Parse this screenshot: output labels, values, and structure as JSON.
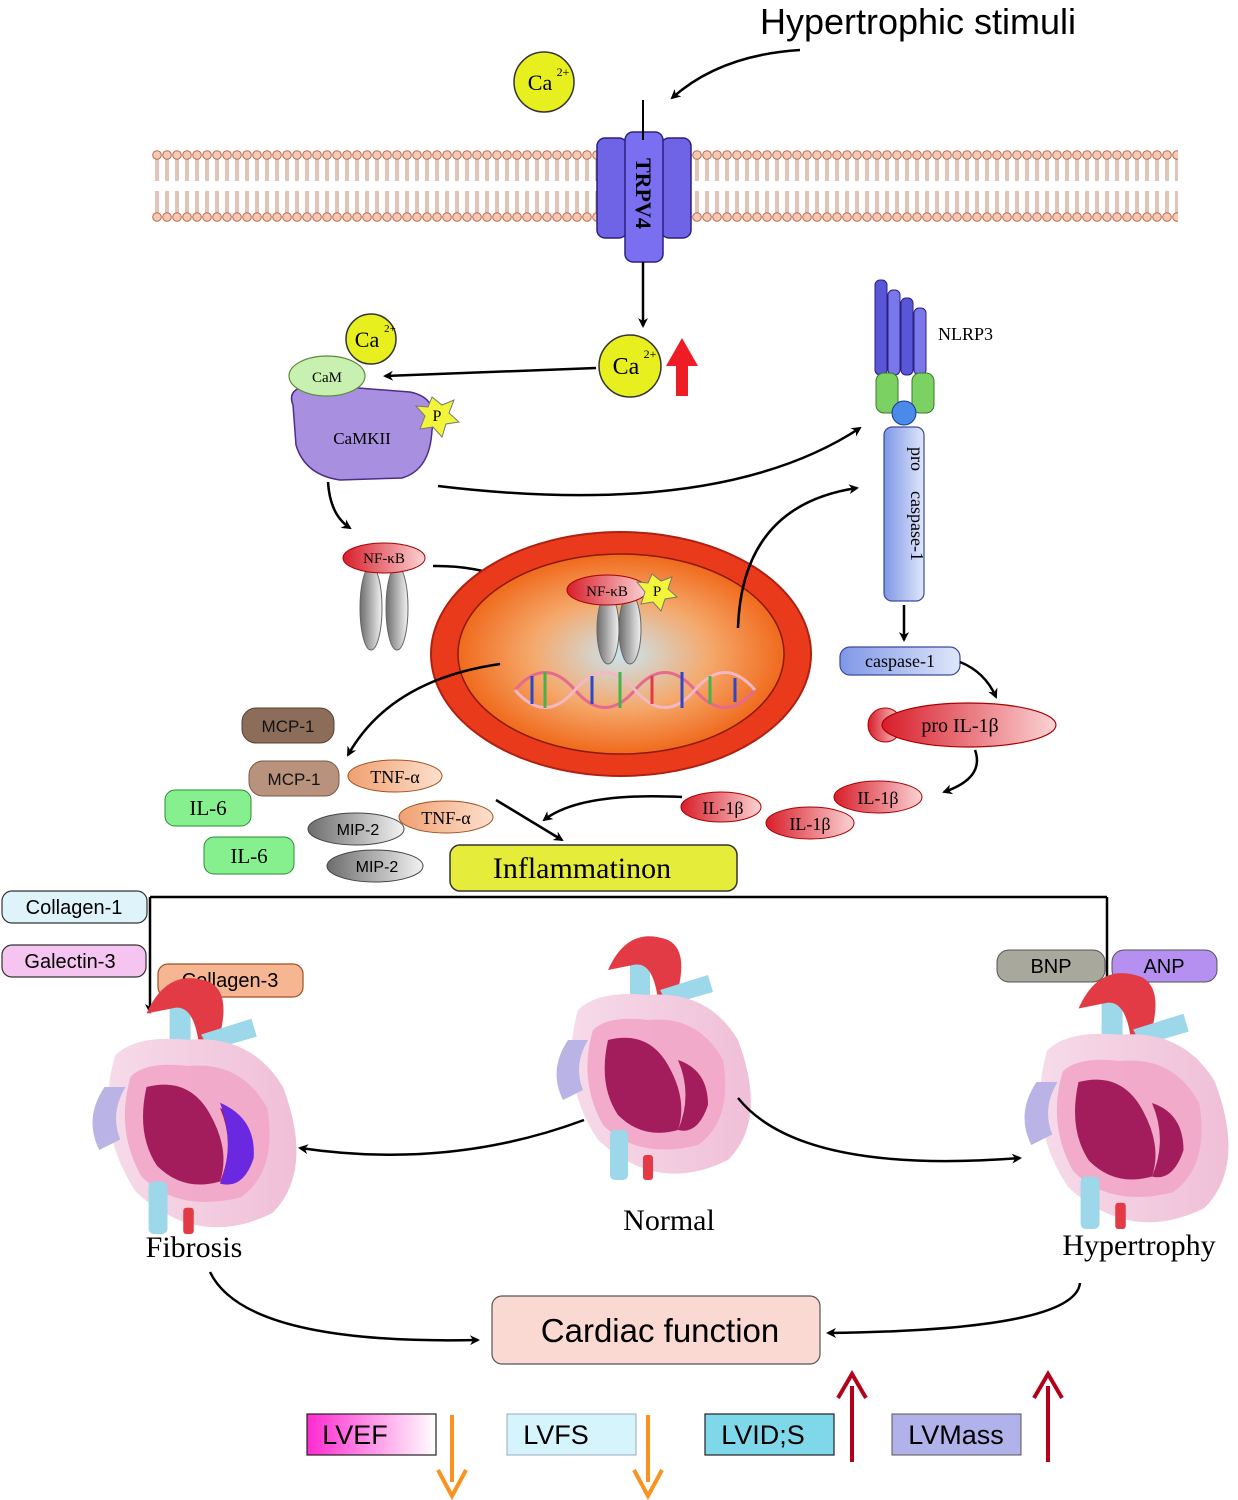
{
  "title": "Hypertrophic stimuli",
  "ions": {
    "ca_outside": "Ca",
    "ca_superscript": "2+",
    "ca_inside": "Ca",
    "ca_bound": "Ca"
  },
  "membrane": {
    "channel": "TRPV4"
  },
  "kinases": {
    "cam": "CaM",
    "camkii": "CaMKII",
    "phospho": "P"
  },
  "nfkb": {
    "cytoplasm": "NF-κB",
    "nucleus": "NF-κB",
    "phospho": "P"
  },
  "inflammasome": {
    "nlrp3": "NLRP3",
    "pro_caspase_line1": "pro",
    "pro_caspase_line2": "caspase-1",
    "caspase": "caspase-1",
    "pro_il1b": "pro IL-1β",
    "il1b": [
      "IL-1β",
      "IL-1β",
      "IL-1β"
    ]
  },
  "cytokines": {
    "mcp1": [
      "MCP-1",
      "MCP-1"
    ],
    "tnfa": [
      "TNF-α",
      "TNF-α"
    ],
    "il6": [
      "IL-6",
      "IL-6"
    ],
    "mip2": [
      "MIP-2",
      "MIP-2"
    ]
  },
  "inflammation_label": "Inflammatinon",
  "fibrosis_markers": [
    "Collagen-1",
    "Galectin-3",
    "Collagen-3"
  ],
  "hypertrophy_markers": [
    "BNP",
    "ANP"
  ],
  "hearts": {
    "left": "Fibrosis",
    "center": "Normal",
    "right": "Hypertrophy"
  },
  "cardiac_function": "Cardiac function",
  "parameters": [
    {
      "label": "LVEF",
      "direction": "down"
    },
    {
      "label": "LVFS",
      "direction": "down"
    },
    {
      "label": "LVID;S",
      "direction": "up"
    },
    {
      "label": "LVMass",
      "direction": "up"
    }
  ],
  "colors": {
    "arrow_up": "#b3001b",
    "arrow_down": "#f7931e",
    "calcium": "#e8ef1f",
    "channel": "#6f63e6",
    "inflammation": "#e6ec3a"
  }
}
